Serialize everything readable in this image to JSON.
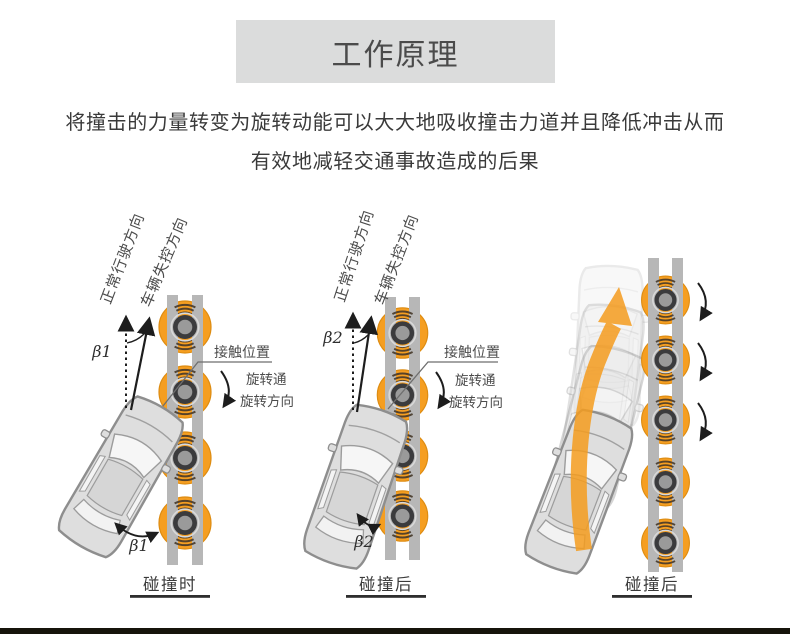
{
  "header": {
    "title": "工作原理"
  },
  "description": {
    "line1": "将撞击的力量转变为旋转动能可以大大地吸收撞击力道并且降低冲击从而",
    "line2": "有效地减轻交通事故造成的后果"
  },
  "colors": {
    "title_box_bg": "#dbdcdc",
    "title_text": "#4b4b4b",
    "roller_orange": "#F59E21",
    "trajectory_arrow_orange": "#F59C1F",
    "rail_gray": "#b7b7b7",
    "car_body_gray": "#dedede",
    "footer_strip": "#16140b"
  },
  "diagrams": [
    {
      "id": "during-collision",
      "caption": "碰撞时",
      "normal_direction_label": "正常行驶方向",
      "loss_of_control_label": "车辆失控方向",
      "impact_angle_label": "β1",
      "rebound_angle_label": "β1",
      "contact_position_label": "接触位置",
      "rotation_label_line1": "旋转通",
      "rotation_label_line2": "旋转方向"
    },
    {
      "id": "after-collision",
      "caption": "碰撞后",
      "normal_direction_label": "正常行驶方向",
      "loss_of_control_label": "车辆失控方向",
      "impact_angle_label": "β2",
      "rebound_angle_label": "β2",
      "contact_position_label": "接触位置",
      "rotation_label_line1": "旋转通",
      "rotation_label_line2": "旋转方向"
    },
    {
      "id": "after-collision-trajectory",
      "caption": "碰撞后"
    }
  ]
}
